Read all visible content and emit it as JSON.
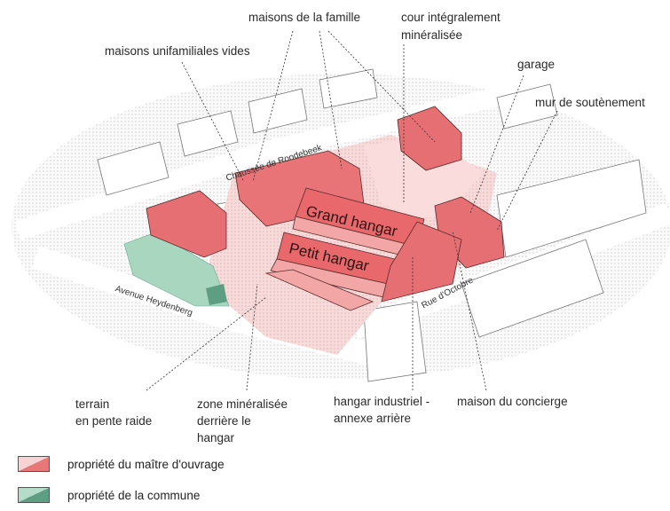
{
  "labels": {
    "maisons_famille": "maisons de la famille",
    "cour_1": "cour intégralement",
    "cour_2": "minéralisée",
    "maisons_vides": "maisons unifamiliales vides",
    "garage": "garage",
    "mur": "mur de soutènement",
    "terrain_1": "terrain",
    "terrain_2": "en pente raide",
    "zone_1": "zone minéralisée",
    "zone_2": "derrière le",
    "zone_3": "hangar",
    "hangar_ind_1": "hangar industriel -",
    "hangar_ind_2": "annexe arrière",
    "concierge": "maison du concierge"
  },
  "buildings": {
    "grand_hangar": "Grand hangar",
    "petit_hangar": "Petit hangar"
  },
  "streets": {
    "roodebeek": "Chaussée de Roodebeek",
    "heydenberg": "Avenue Heydenberg",
    "octobre": "Rue d'Octobre"
  },
  "legend": [
    {
      "label": "propriété du maître d'ouvrage",
      "color_light": "#f8d3d3",
      "color_dark": "#e87878"
    },
    {
      "label": "propriété de la commune",
      "color_light": "#b5dcc8",
      "color_dark": "#5e9e82"
    }
  ]
}
